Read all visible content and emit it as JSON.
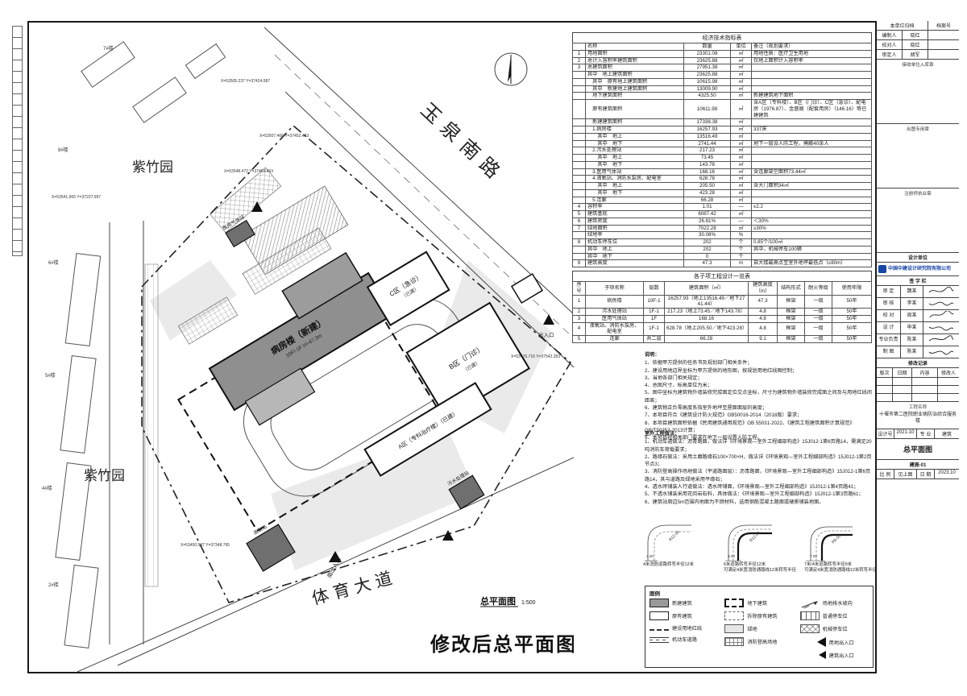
{
  "plan": {
    "road_top": "玉泉南路",
    "road_bottom": "体育大道",
    "district_upper": "紫竹园",
    "district_lower": "紫竹园",
    "main_building": "病房楼（新建）",
    "main_building_info": "10F/-1F  H=47.3m",
    "zone_c": "C区（急诊）",
    "zone_c_status": "（已建）",
    "zone_b": "B区（门诊）",
    "zone_b_status": "（已建）",
    "zone_a": "A区（专科治疗楼）（已建）",
    "gas_station": "医用气体站",
    "oxygen_station": "液氧站",
    "sewage_station": "污水处理站",
    "south_entrance": "南出入口",
    "entrance": "出入口",
    "plan_title": "总平面图",
    "plan_scale": "1:500",
    "big_title": "修改后总平面图",
    "coords": [
      "X=53505.237 Y=37424.587",
      "X=53507.466 Y=37452.463",
      "X=53548.472 Y=37463.463",
      "X=53541.965 Y=37237.997",
      "X=53476.716 Y=37542.353",
      "X=53450.597 Y=37348.795"
    ],
    "tags": [
      "7#楼",
      "8#楼",
      "6#楼",
      "5#楼",
      "4#楼",
      "2#楼"
    ]
  },
  "eco": {
    "title": "经济技术指标表",
    "rows": [
      [
        "",
        "名称",
        "数量",
        "单位",
        "备注（规划要求）"
      ],
      [
        "1",
        "用地面积",
        "23301.08",
        "㎡",
        "用地性质：医疗卫生用地"
      ],
      [
        "2",
        "总计入容积率建筑面积",
        "23625.88",
        "㎡",
        "仅地上面积计入容积率"
      ],
      [
        "3",
        "总建筑面积",
        "27951.38",
        "㎡",
        ""
      ],
      [
        "",
        "其中　地上建筑面积",
        "23625.88",
        "㎡",
        ""
      ],
      [
        "",
        "　其中　原有地上建筑面积",
        "10615.98",
        "㎡",
        ""
      ],
      [
        "",
        "　其中　新建地上建筑面积",
        "13009.90",
        "㎡",
        ""
      ],
      [
        "",
        "　地下建筑面积",
        "4325.50",
        "㎡",
        "新建建筑地下面积"
      ],
      [
        "",
        "　原有建筑面积",
        "10611.98",
        "㎡",
        "含A区（专科楼）、B区（门诊）、C区（急诊）、配电房（1976.87）、金盛阁（配套用房）（146.16）等已建建筑"
      ],
      [
        "",
        "　新建建筑面积",
        "17338.38",
        "㎡",
        ""
      ],
      [
        "",
        "　1.病房楼",
        "16257.93",
        "㎡",
        "337床"
      ],
      [
        "",
        "　　其中　地上",
        "13516.49",
        "㎡",
        ""
      ],
      [
        "",
        "　　其中　地下",
        "2741.44",
        "㎡",
        "地下一层设人防工程，掩蔽40余人"
      ],
      [
        "",
        "　2.污水处理站",
        "217.23",
        "㎡",
        ""
      ],
      [
        "",
        "　　其中　地上",
        "73.45",
        "㎡",
        ""
      ],
      [
        "",
        "　　其中　地下",
        "143.78",
        "㎡",
        ""
      ],
      [
        "",
        "　3.医用气体站",
        "168.16",
        "㎡",
        "含连廊架空面积73.44㎡"
      ],
      [
        "",
        "　4.液氧站、消防水泵房、配电室",
        "628.78",
        "㎡",
        ""
      ],
      [
        "",
        "　　其中　地上",
        "205.50",
        "㎡",
        "含大门面积34㎡"
      ],
      [
        "",
        "　　其中　地下",
        "423.28",
        "㎡",
        ""
      ],
      [
        "",
        "　5.连廊",
        "66.28",
        "㎡",
        ""
      ],
      [
        "4",
        "容积率",
        "1.01",
        "—",
        "≤2.2"
      ],
      [
        "5",
        "建筑基底",
        "6087.42",
        "㎡",
        ""
      ],
      [
        "6",
        "建筑密度",
        "26.81%",
        "—",
        "＜30%"
      ],
      [
        "7",
        "绿地面积",
        "7022.28",
        "㎡",
        "≥30%"
      ],
      [
        "",
        "绿地率",
        "30.08%",
        "%",
        ""
      ],
      [
        "8",
        "机动车停车位",
        "202",
        "个",
        "0.85个/100㎡"
      ],
      [
        "",
        "其中　地上",
        "202",
        "个",
        "其中，机械停车100辆"
      ],
      [
        "",
        "其中　地下",
        "0",
        "个",
        ""
      ],
      [
        "9",
        "建筑高度",
        "47.3",
        "m",
        "自大楼最高点至室外地坪最低点（≤80m）"
      ]
    ]
  },
  "sub": {
    "title": "各子项工程设计一览表",
    "rows": [
      [
        "序号",
        "子项名称",
        "层数",
        "建筑面积（㎡）",
        "建筑高度（m）",
        "结构形式",
        "耐火等级",
        "使用年限"
      ],
      [
        "1",
        "病房楼",
        "10F-1",
        "16257.93（地上13516.49／地下2741.44）",
        "47.3",
        "框架",
        "一级",
        "50年"
      ],
      [
        "2",
        "污水处理站",
        "1F-1",
        "217.23（地上73.45／地下143.78）",
        "4.8",
        "框架",
        "一级",
        "50年"
      ],
      [
        "3",
        "医用气体站",
        "1F",
        "168.16",
        "4.8",
        "框架",
        "一级",
        "50年"
      ],
      [
        "4",
        "液氧站、消防水泵房、配电室",
        "1F-1",
        "628.78（地上205.50／地下423.28）",
        "4.8",
        "框架",
        "一级",
        "50年"
      ],
      [
        "5",
        "连廊",
        "共二层",
        "66.28",
        "9.1",
        "框架",
        "一级",
        "50年"
      ]
    ]
  },
  "notes": {
    "title": "说明：",
    "items": [
      "1、依据甲方提供的任务书及规划部门相关条件；",
      "2、建设用地边界坐标为甲方提供的地形图，按规划用地红线图控制；",
      "3、当地各部门相关规定；",
      "4、总图尺寸、标高单位为米；",
      "5、图中坐标为建筑物外墙装修完成面定位交点坐标，尺寸为建筑物外墙装修完成面之间及与用地红线间距离；",
      "6、建筑物正负零高度系指室外地坪至屋面面层的高度；",
      "7、本项目符合《建筑设计防火规范》GB50016-2014（2018版）要求；",
      "8、本项目建筑面积依据《民用建筑通用规范》GB 55031-2022、《建筑工程建筑面积计算规范》GB/T50353-2013计算；",
      "9、本项目经相关部门要求在地下一层设置人防工程。"
    ]
  },
  "outdoor": {
    "title": "室外工程做法：",
    "items": [
      "1、机动车道做法：沥青路面，做法详《环境景观—室外工程细部构造》15J012-1第6页路14，需满足20吨消防车荷载要求；",
      "2、路缘石做法：采用土磨路缘石100×700×H，做法详《环境景观—室外工程细部构造》15J012-1第2页节点3；",
      "3、消防登高操作场地做法（平道路面层）：沥青路面，《环境景观—室外工程细部构造》15J012-1第6页路14，其与道路及绿地采用平缘石；",
      "4、透水砖铺装人行道做法：透水砖铺面，《环境景观—室外工程细部构造》15J012-1第4页路41；",
      "5、不透水铺装采用花岗岩石料，具体做法：《环境景观—室外工程细部构造》15J012-1第3页路61；",
      "6、建筑站周边5m范围内地面为不燃材料，选用钢筋混凝土路面或硬质铺装地面。"
    ]
  },
  "turns": {
    "d1_caption": "4米消防道路转弯半径12米",
    "d2_caption1": "6米道路转弯半径12米",
    "d2_caption2": "可满足4米宽消防通路线12米转弯半径",
    "d3_caption1": "7米/4米道路转弯半径9米",
    "d3_caption2": "可满足4米宽消防通路线12米转弯半径",
    "d1_r": "R12.00",
    "d2_r": "R12.00",
    "d3_r": "R9.00",
    "d1_w": "4.00",
    "d2_w": "6.00",
    "d3_w": "7.00"
  },
  "legend": {
    "title": "图例",
    "new_building": "新建建筑",
    "existing_building": "原有建筑",
    "redline": "建设用地红线",
    "road": "机动车道路",
    "underground": "地下建筑",
    "demolished": "拆除原有建筑",
    "green": "绿地",
    "fire_site": "消防登高场地",
    "drain": "场地排水坡向",
    "parking": "普通停车位",
    "mech_parking": "机械停车位",
    "site_entrance": "用地出入口",
    "building_entrance": "建筑出入口"
  },
  "titleblock": {
    "archive_header_left": "本单位归档",
    "archive_header_right": "档案号",
    "archive_rows": [
      [
        "编制人",
        "晓红"
      ],
      [
        "校对人",
        "晓红"
      ],
      [
        "审定人",
        "胡军"
      ]
    ],
    "stamp_receive": "接收单位入库章",
    "stamp_plot": "出图专用章",
    "stamp_license": "注册师执业章",
    "design_unit_label": "设计单位",
    "company": "中国中建设计研究院有限公司",
    "sig_header": "签 字 栏",
    "sig_rows": [
      [
        "审 定",
        "魏某"
      ],
      [
        "审 核",
        "李某"
      ],
      [
        "校 对",
        "周某"
      ],
      [
        "设 计",
        "申某"
      ],
      [
        "专业负责",
        "陈某"
      ],
      [
        "制 图",
        "陈某"
      ]
    ],
    "rev_title": "修改记录",
    "rev_header": [
      "版次",
      "日期",
      "内容",
      "修改人"
    ],
    "project_label": "工程名称",
    "project_name": "十堰市第二医院职业病防治综合服务楼",
    "design_no_label": "设计号",
    "design_no": "2021-10",
    "major_label": "专 业",
    "major": "建筑",
    "drawing_name": "总平面图",
    "drawing_no": "建施-01",
    "scale_label": "比 例",
    "scale": "见上图",
    "date_label": "日 期",
    "date": "2023.10"
  }
}
